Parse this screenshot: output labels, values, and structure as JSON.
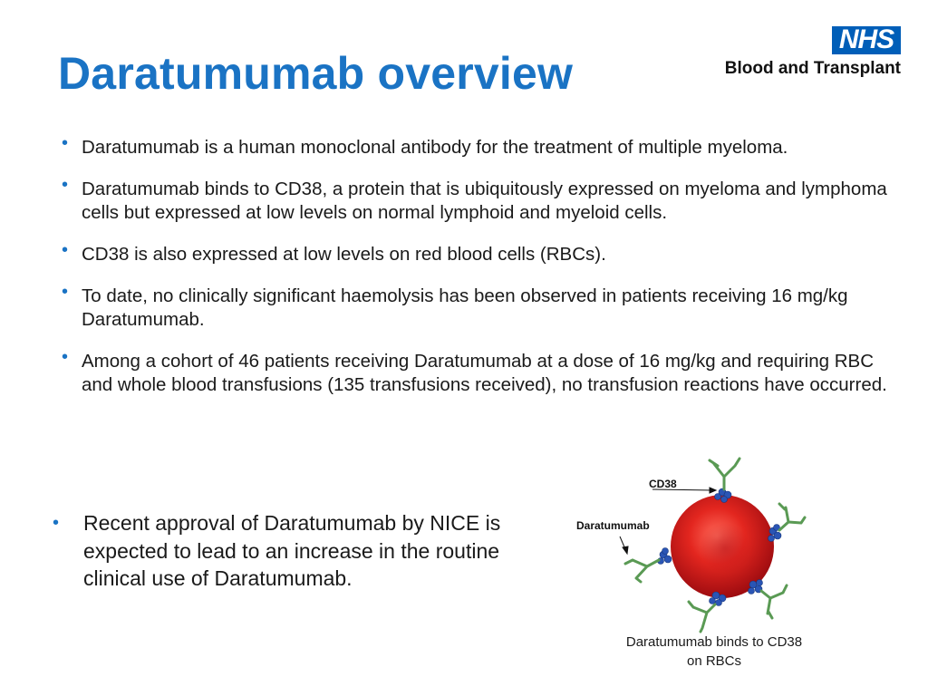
{
  "header": {
    "title": "Daratumumab overview",
    "logo_text": "NHS",
    "org_name": "Blood and Transplant"
  },
  "bullets": [
    "Daratumumab is a human monoclonal antibody for the treatment of multiple myeloma.",
    "Daratumumab binds to CD38, a protein that is ubiquitously expressed on myeloma and lymphoma cells but expressed at low levels on normal lymphoid and myeloid cells.",
    "CD38 is also expressed at low levels on red blood cells (RBCs).",
    "To date, no clinically significant haemolysis has been observed in patients receiving 16 mg/kg Daratumumab.",
    "Among a cohort of 46 patients receiving Daratumumab at a dose of 16 mg/kg and requiring RBC and whole blood transfusions (135 transfusions received), no transfusion reactions have occurred."
  ],
  "nice_bullet": "Recent approval of Daratumumab by NICE is expected to lead to an increase in the routine clinical use of Daratumumab.",
  "diagram": {
    "cd38_label": "CD38",
    "daratumumab_label": "Daratumumab",
    "caption": "Daratumumab binds to CD38 on RBCs"
  },
  "colors": {
    "accent": "#1a73c4",
    "nhs_blue": "#005eb8",
    "rbc_red": "#d0141b",
    "antibody_green": "#5a9a54",
    "cd38_blue": "#2a55b5"
  },
  "icons": {
    "bullet": "•"
  }
}
